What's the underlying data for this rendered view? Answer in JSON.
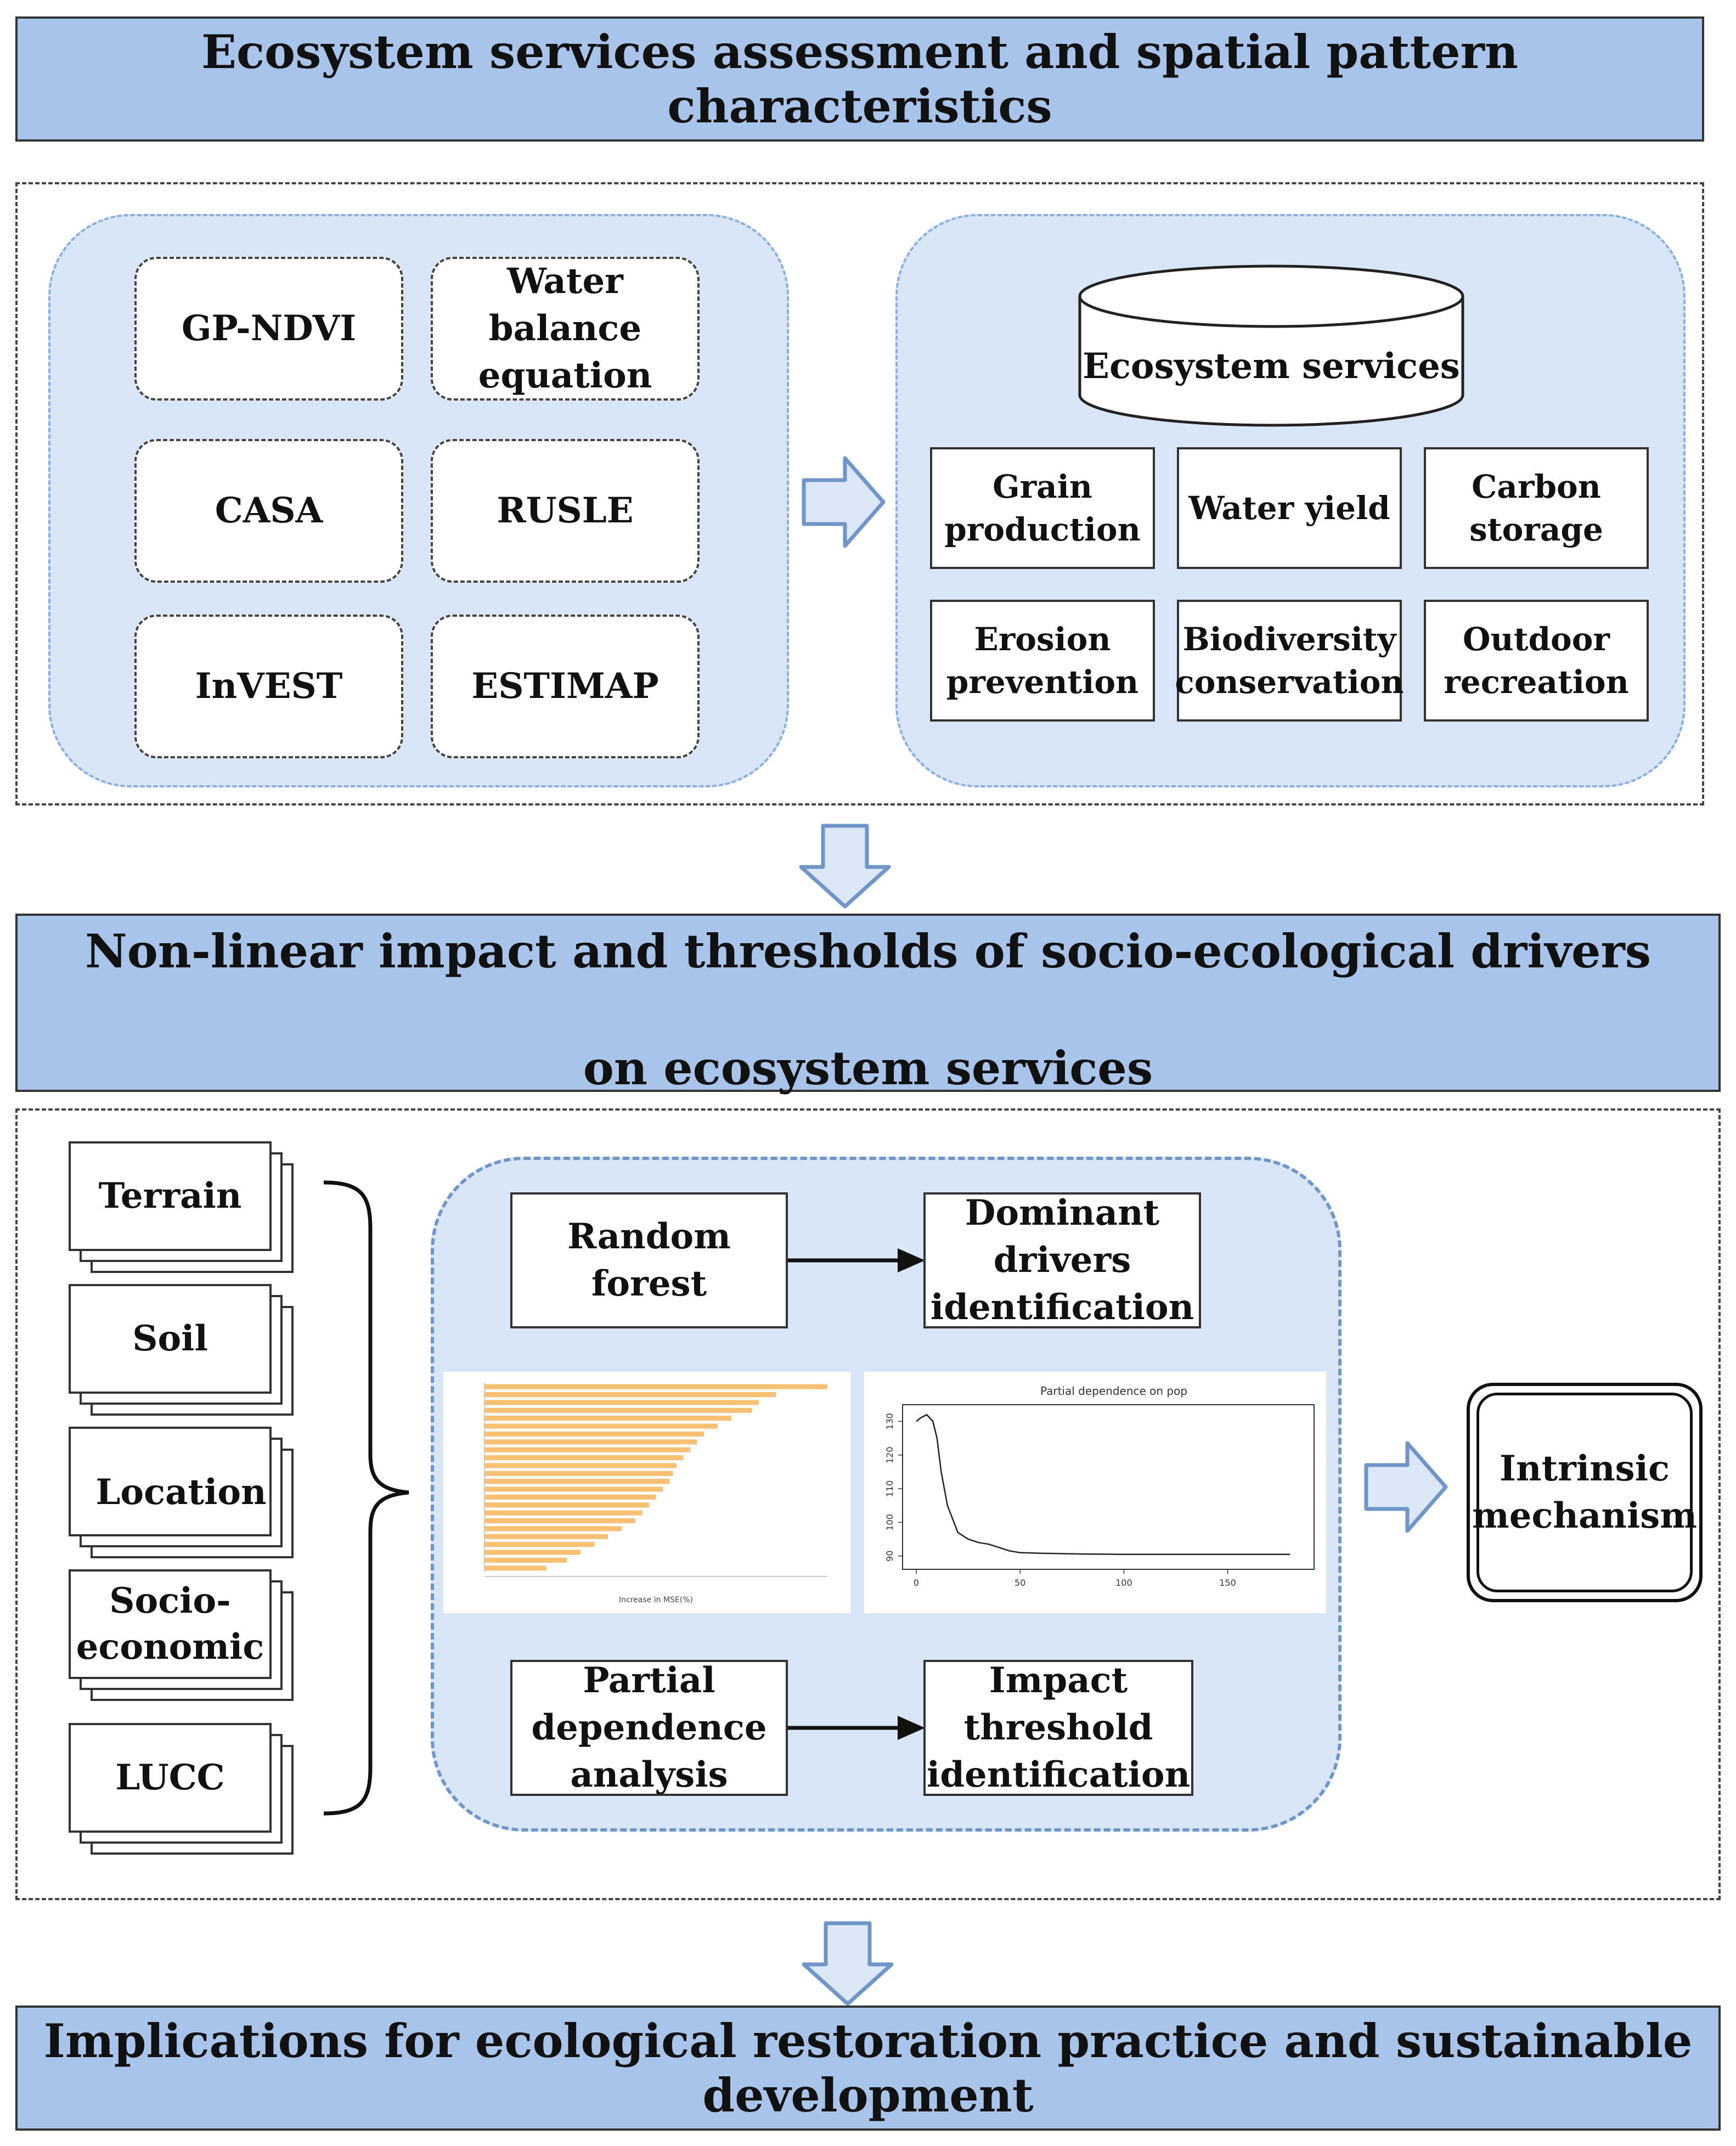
{
  "section1": {
    "title": "Ecosystem services assessment and spatial pattern characteristics",
    "methods": [
      "GP-NDVI",
      "Water balance equation",
      "CASA",
      "RUSLE",
      "InVEST",
      "ESTIMAP"
    ],
    "database_label": "Ecosystem services",
    "services": [
      "Grain production",
      "Water yield",
      "Carbon storage",
      "Erosion prevention",
      "Biodiversity conservation",
      "Outdoor recreation"
    ]
  },
  "section2": {
    "title_line1": "Non-linear impact and thresholds of socio-ecological drivers",
    "title_line2": "on ecosystem services",
    "drivers": [
      "Terrain",
      "Soil",
      "Location",
      "Socio-economic",
      "LUCC"
    ],
    "random_forest": "Random forest",
    "dominant": "Dominant drivers identification",
    "pda": "Partial dependence analysis",
    "threshold": "Impact threshold identification",
    "intrinsic": "Intrinsic mechanism",
    "pdp_title": "Partial dependence on pop"
  },
  "section3": {
    "title": "Implications for ecological restoration practice and sustainable development"
  },
  "colors": {
    "banner": "#a9c4ea",
    "panel": "#d9e6f8",
    "arrow_fill": "#dce8f8",
    "arrow_stroke": "#6f95c9",
    "bar": "#f7c072"
  },
  "chart_data": [
    {
      "type": "bar",
      "orientation": "horizontal",
      "values": [
        100,
        85,
        80,
        78,
        72,
        68,
        64,
        62,
        60,
        58,
        56,
        55,
        54,
        52,
        50,
        48,
        46,
        44,
        40,
        36,
        32,
        28,
        24,
        18
      ],
      "xlabel": "Increase in MSE(%)"
    },
    {
      "type": "line",
      "title": "Partial dependence on pop",
      "x": [
        0,
        2,
        5,
        8,
        10,
        12,
        15,
        20,
        25,
        30,
        35,
        40,
        45,
        50,
        60,
        80,
        100,
        120,
        150,
        180
      ],
      "y": [
        130,
        131,
        132,
        130,
        125,
        115,
        105,
        97,
        95,
        94,
        93.5,
        92.5,
        91.5,
        91,
        90.8,
        90.6,
        90.5,
        90.5,
        90.5,
        90.5
      ],
      "xticks": [
        "0",
        "50",
        "100",
        "150"
      ],
      "yticks": [
        "90",
        "100",
        "110",
        "120",
        "130"
      ],
      "xlim": [
        0,
        185
      ],
      "ylim": [
        88,
        133
      ]
    }
  ]
}
